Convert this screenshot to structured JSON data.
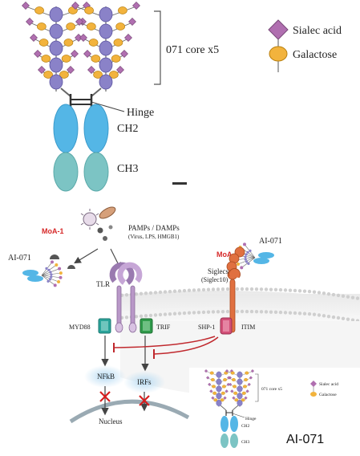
{
  "top": {
    "core_label": "071 core x5",
    "hinge_label": "Hinge",
    "ch2_label": "CH2",
    "ch3_label": "CH3",
    "legend": [
      {
        "icon": "diamond-icon",
        "color": "#b06fb0",
        "label": "Sialec acid"
      },
      {
        "icon": "ellipse-icon",
        "color": "#f2b33d",
        "label": "Galactose"
      }
    ]
  },
  "mechanism": {
    "moa1_label": "MoA-1",
    "moa2_label": "MoA-2",
    "pamps_title": "PAMPs / DAMPs",
    "pamps_sub": "(Virus, LPS, HMGB1)",
    "ai071_left": "AI-071",
    "ai071_right": "AI-071",
    "tlr_label": "TLR",
    "siglecs_label": "Siglecs",
    "siglec10_label": "(Siglec10)",
    "myd88_label": "MYD88",
    "trif_label": "TRIF",
    "shp1_label": "SHP-1",
    "itim_label": "ITIM",
    "nfkb_label": "NFkB",
    "irfs_label": "IRFs",
    "nucleus_label": "Nucleus"
  },
  "inset": {
    "core_label": "071 core x5",
    "hinge_label": "Hinge",
    "ch2_label": "CH2",
    "ch3_label": "CH3",
    "legend": [
      "Sialec acid",
      "Galactose"
    ],
    "caption": "AI-071"
  },
  "colors": {
    "sialic": "#b06fb0",
    "galactose": "#f2b33d",
    "core": "#8a82c8",
    "ch2": "#54b6e6",
    "ch3": "#7cc4c4",
    "moa_red": "#d62828",
    "myd88": "#2aa39a",
    "trif": "#2f9a4a",
    "shp1": "#d24f77",
    "siglec": "#e07040",
    "tlr": "#b998c8",
    "nucleus": "#9aaab3",
    "inhibit": "#c0282d",
    "block": "#d81d1d"
  }
}
